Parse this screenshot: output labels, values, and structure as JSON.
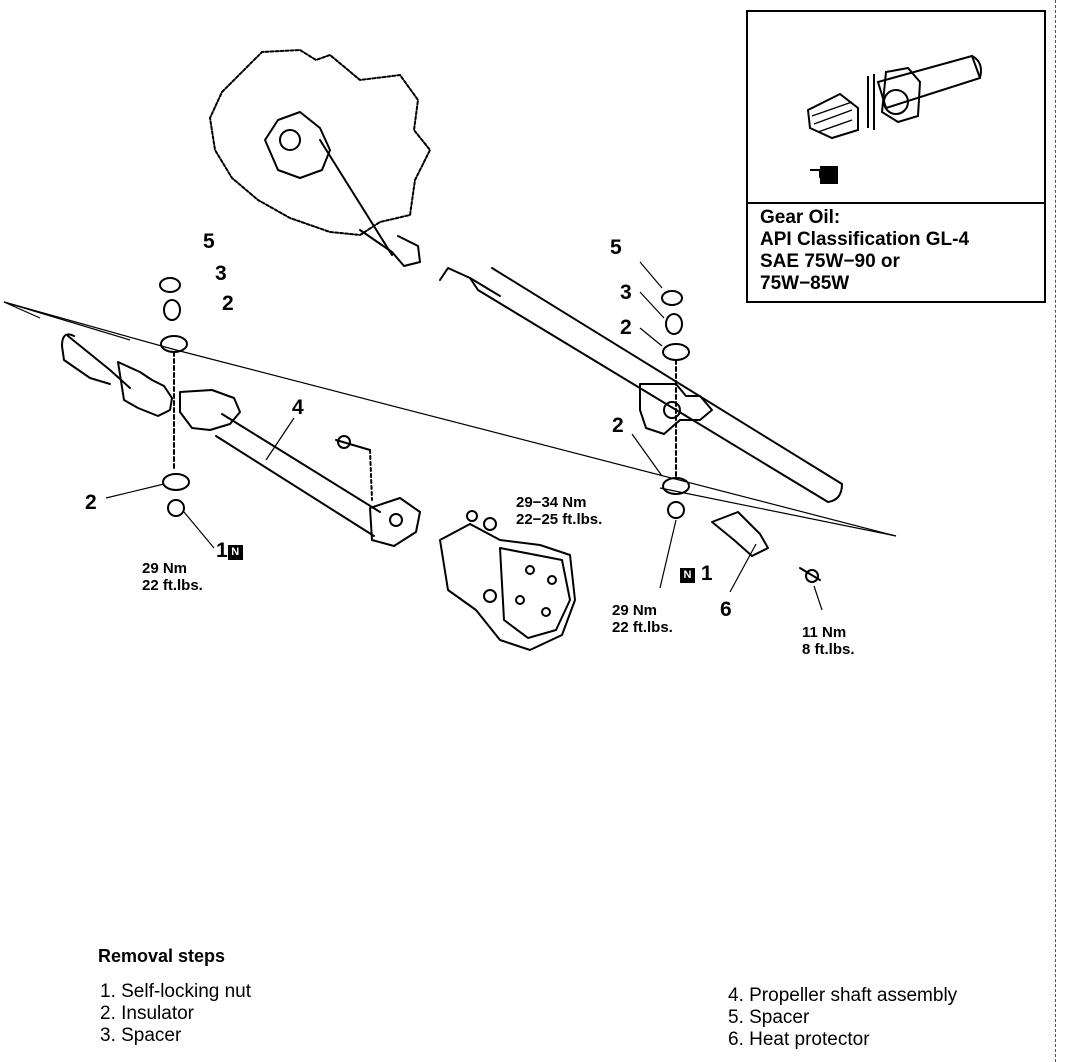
{
  "callouts": {
    "left_5": "5",
    "left_3": "3",
    "left_2_top": "2",
    "left_4": "4",
    "left_2_bottom": "2",
    "left_1": "1",
    "right_5": "5",
    "right_3": "3",
    "right_2_top": "2",
    "right_2_bottom": "2",
    "right_1": "1",
    "right_6": "6",
    "nut_marker": "N"
  },
  "torques": {
    "left_nut_nm": "29 Nm",
    "left_nut_ftlbs": "22 ft.lbs.",
    "flange_nm": "29−34 Nm",
    "flange_ftlbs": "22−25 ft.lbs.",
    "right_nut_nm": "29 Nm",
    "right_nut_ftlbs": "22 ft.lbs.",
    "protector_nm": "11 Nm",
    "protector_ftlbs": "8 ft.lbs."
  },
  "inset": {
    "line1": "Gear Oil:",
    "line2": "API Classification GL-4",
    "line3": "SAE 75W−90 or",
    "line4": "75W−85W"
  },
  "removal": {
    "title": "Removal steps",
    "steps": [
      "1. Self-locking nut",
      "2. Insulator",
      "3. Spacer",
      "4. Propeller shaft assembly",
      "5. Spacer",
      "6. Heat protector"
    ]
  }
}
